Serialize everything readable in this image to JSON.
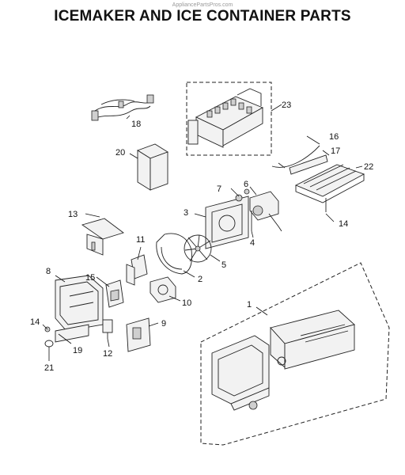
{
  "header": {
    "watermark": "AppliancePartsPros.com",
    "title": "ICEMAKER AND ICE CONTAINER PARTS"
  },
  "callouts": [
    {
      "id": "c1",
      "label": "1"
    },
    {
      "id": "c2",
      "label": "2"
    },
    {
      "id": "c3",
      "label": "3"
    },
    {
      "id": "c4",
      "label": "4"
    },
    {
      "id": "c5",
      "label": "5"
    },
    {
      "id": "c6",
      "label": "6"
    },
    {
      "id": "c7",
      "label": "7"
    },
    {
      "id": "c8",
      "label": "8"
    },
    {
      "id": "c9",
      "label": "9"
    },
    {
      "id": "c10",
      "label": "10"
    },
    {
      "id": "c11",
      "label": "11"
    },
    {
      "id": "c12",
      "label": "12"
    },
    {
      "id": "c13",
      "label": "13"
    },
    {
      "id": "c14a",
      "label": "14"
    },
    {
      "id": "c14b",
      "label": "14"
    },
    {
      "id": "c15",
      "label": "15"
    },
    {
      "id": "c16",
      "label": "16"
    },
    {
      "id": "c17",
      "label": "17"
    },
    {
      "id": "c18",
      "label": "18"
    },
    {
      "id": "c19",
      "label": "19"
    },
    {
      "id": "c20",
      "label": "20"
    },
    {
      "id": "c21",
      "label": "21"
    },
    {
      "id": "c22",
      "label": "22"
    },
    {
      "id": "c23",
      "label": "23"
    }
  ]
}
